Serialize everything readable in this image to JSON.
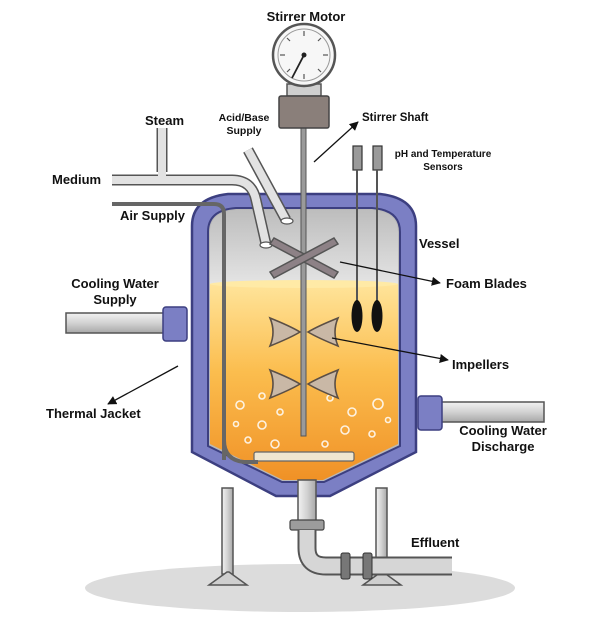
{
  "labels": {
    "stirrer_motor": "Stirrer Motor",
    "acid_base_supply": "Acid/Base\nSupply",
    "steam": "Steam",
    "stirrer_shaft": "Stirrer Shaft",
    "ph_temp_sensors": "pH and Temperature\nSensors",
    "medium": "Medium",
    "air_supply": "Air Supply",
    "vessel": "Vessel",
    "cooling_water_supply": "Cooling Water\nSupply",
    "foam_blades": "Foam Blades",
    "impellers": "Impellers",
    "thermal_jacket": "Thermal Jacket",
    "cooling_water_discharge": "Cooling Water\nDischarge",
    "effluent": "Effluent"
  },
  "colors": {
    "jacket": "#7b7fc4",
    "jacket_dark": "#4e529a",
    "liquid_top": "#ffd87a",
    "liquid_bottom": "#f29a2e",
    "metal": "#cfcfcf",
    "metal_dark": "#6a6a6a",
    "motor_body": "#8a7f7a"
  }
}
